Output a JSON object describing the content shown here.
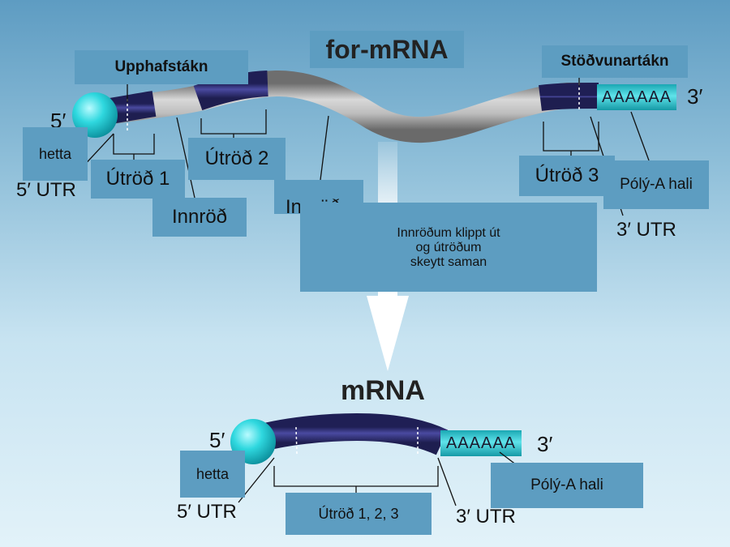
{
  "top": {
    "title": "for-mRNA",
    "start_codon": "Upphafstákn",
    "stop_codon": "Stöðvunartákn",
    "five_prime": "5′",
    "three_prime": "3′",
    "cap": "hetta",
    "utr5": "5′ UTR",
    "exon1": "Útröð 1",
    "intron_a": "Innröð",
    "exon2": "Útröð 2",
    "intron_b": "Innröð",
    "exon3": "Útröð 3",
    "polya": "Pólý-A hali",
    "utr3": "3′ UTR",
    "tail_seq": "AAAAAA"
  },
  "process": {
    "line1": "Innröðum klippt út",
    "line2": "og útröðum",
    "line3": "skeytt saman"
  },
  "bottom": {
    "title": "mRNA",
    "five_prime": "5′",
    "three_prime": "3′",
    "cap": "hetta",
    "utr5": "5′ UTR",
    "exons": "Útröð 1, 2, 3",
    "utr3": "3′ UTR",
    "polya": "Pólý-A hali",
    "tail_seq": "AAAAAA"
  },
  "colors": {
    "exon": "#34347a",
    "intron": "#a9a9a9",
    "cap": "#22d6dc",
    "tail": "#36c5cf",
    "label_box": "#5d9dc1"
  }
}
